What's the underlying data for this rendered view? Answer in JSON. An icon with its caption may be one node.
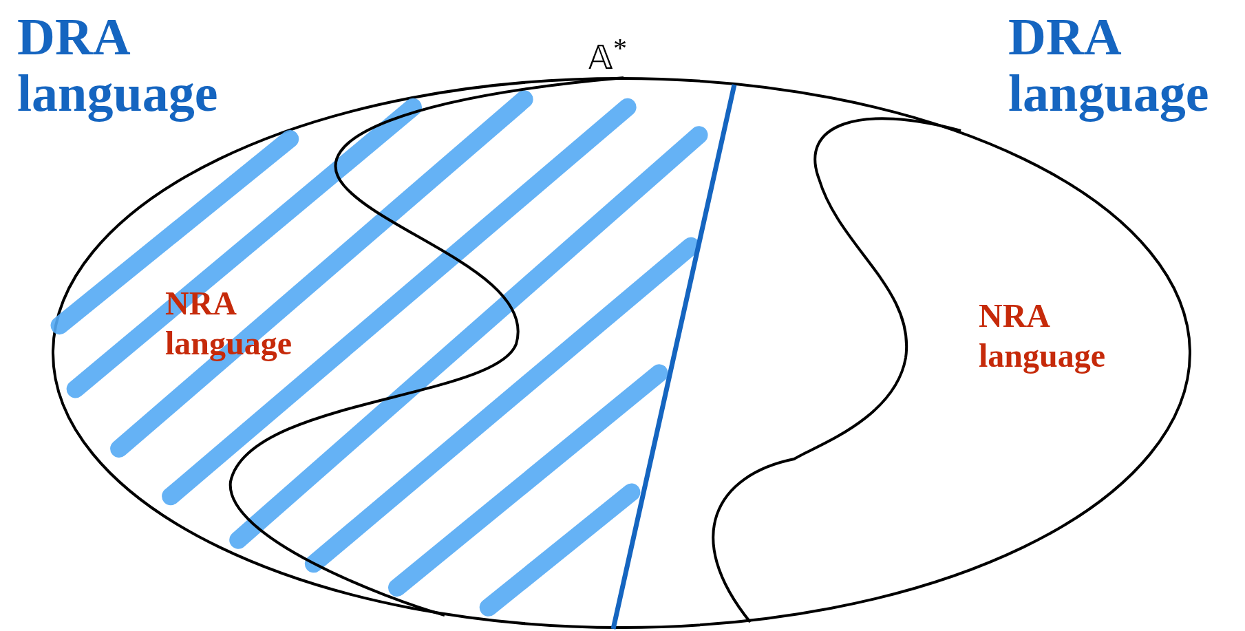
{
  "diagram": {
    "nodes": [
      {
        "text": [],
        "shape": "ellipse"
      },
      {
        "text": [
          "NRA language"
        ],
        "in": 0
      },
      {
        "text": [
          "NRA language"
        ],
        "in": 0
      }
    ],
    "edges": [],
    "labels": [
      "DRA language",
      "𝔸$^{*}$",
      "DRA language"
    ]
  }
}
